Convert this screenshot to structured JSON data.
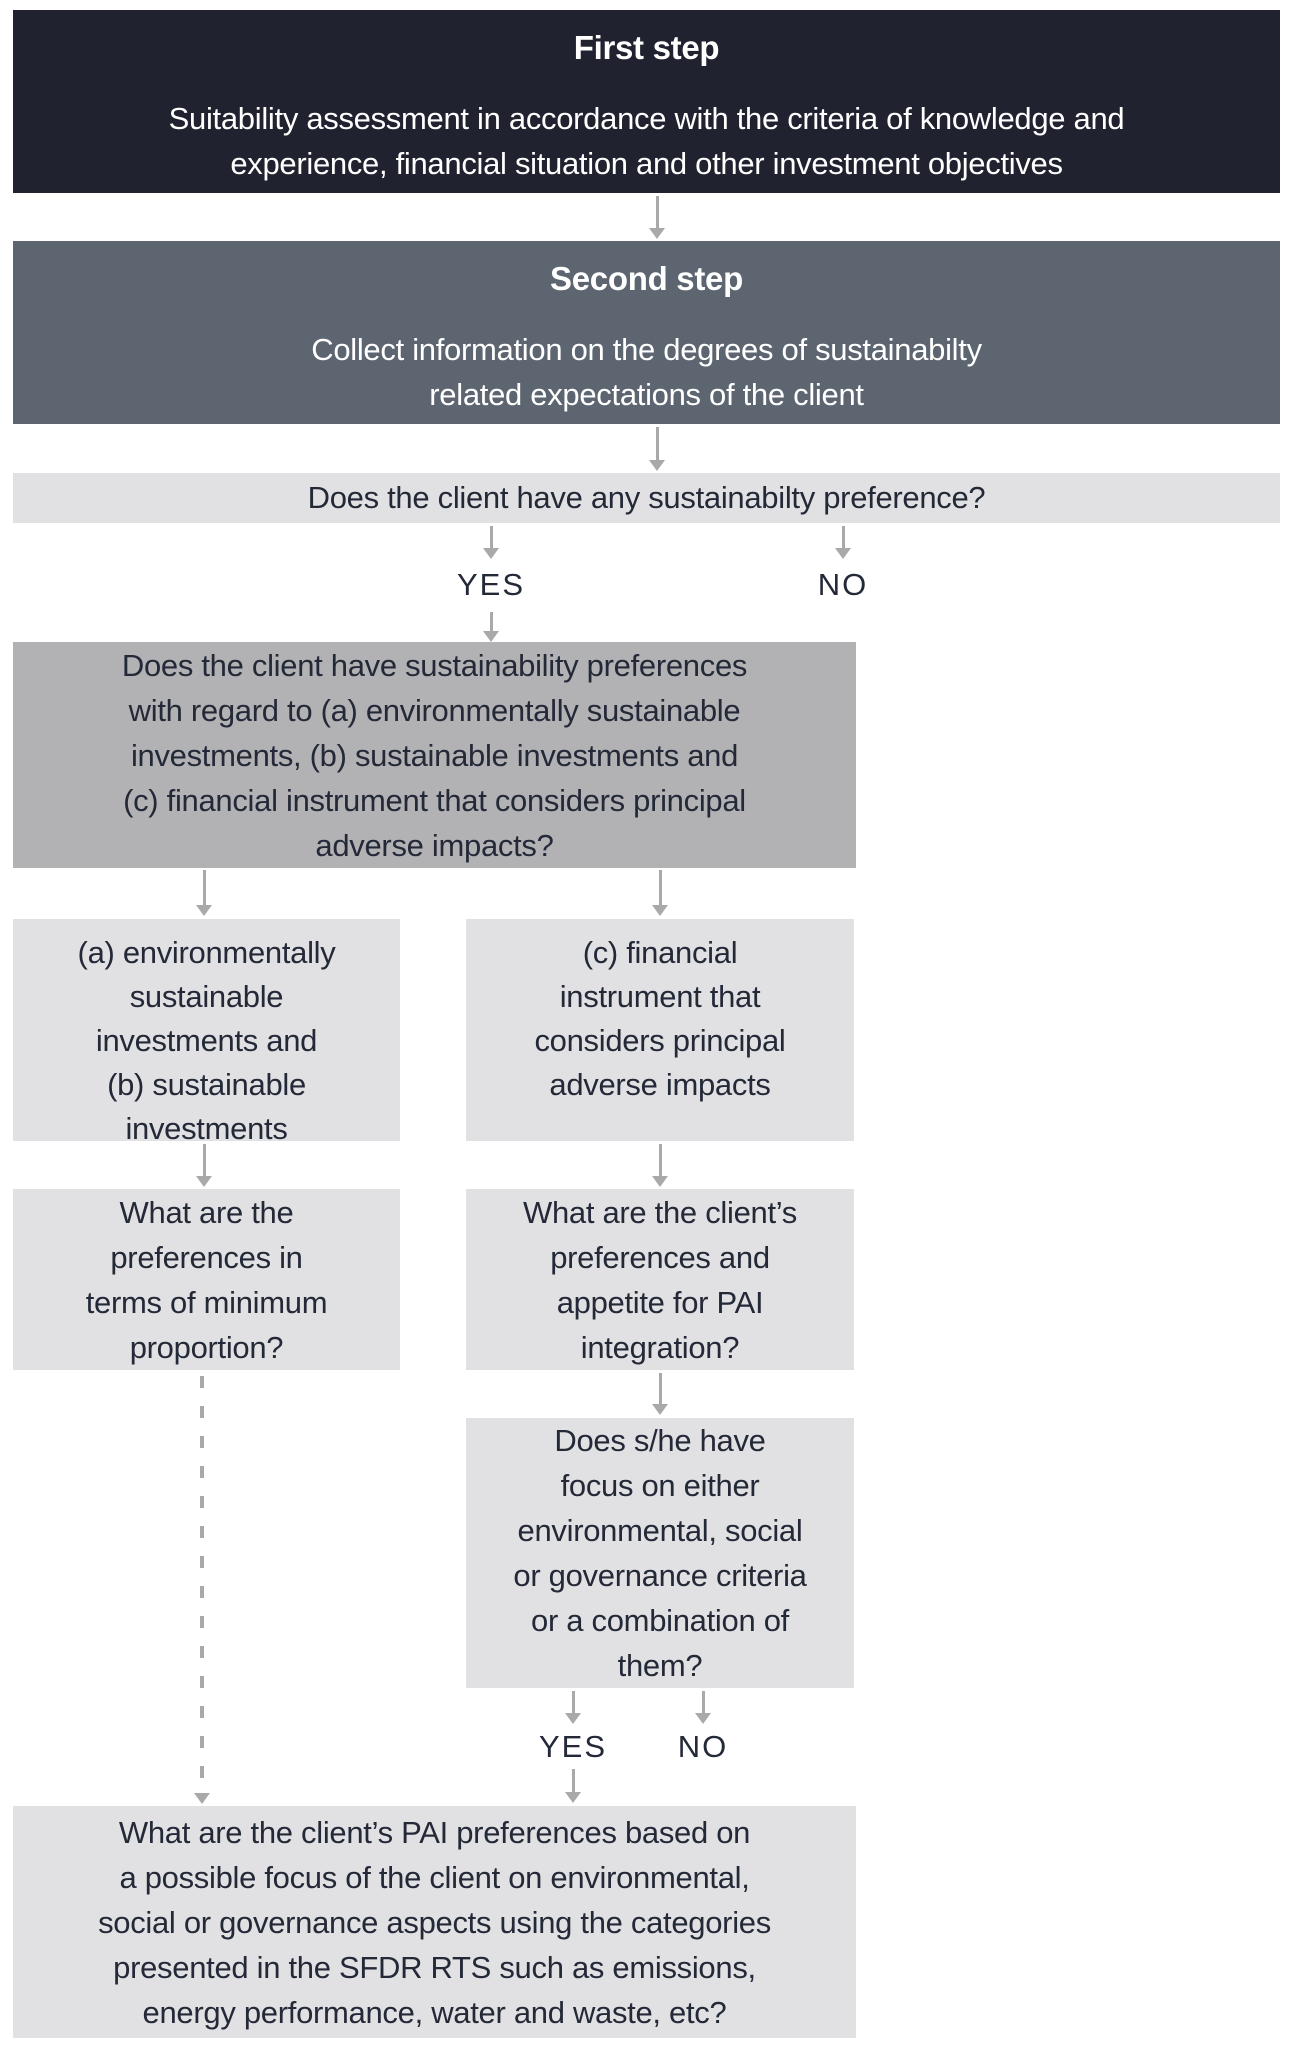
{
  "colors": {
    "step1_bg": "#20222f",
    "step2_bg": "#5d6571",
    "light_box_bg": "#e1e1e3",
    "medium_box_bg": "#b2b2b5",
    "arrow": "#a9a9ab",
    "dark_text": "#242938",
    "light_text": "#ffffff"
  },
  "flowchart": {
    "step1": {
      "title": "First step",
      "body": "Suitability assessment in accordance with the criteria of knowledge and\nexperience, financial situation and other investment objectives"
    },
    "step2": {
      "title": "Second step",
      "body": "Collect information on the degrees of sustainabilty\nrelated expectations of the client"
    },
    "question_any_preference": "Does the client have any sustainabilty preference?",
    "labels": {
      "yes": "YES",
      "no": "NO"
    },
    "question_preferences_detail": "Does the client have sustainability preferences\nwith regard to (a) environmentally sustainable\ninvestments, (b) sustainable investments and\n(c) financial instrument that considers principal\nadverse impacts?",
    "branch_ab": "(a) environmentally\nsustainable\ninvestments and\n(b) sustainable\ninvestments",
    "branch_c": "(c) financial\ninstrument that\nconsiders principal\nadverse impacts",
    "question_min_proportion": "What are the\npreferences in\nterms of minimum\nproportion?",
    "question_pai_appetite": "What are the client’s\npreferences and\nappetite for PAI\nintegration?",
    "question_esg_focus": "Does s/he have\nfocus on either\nenvironmental, social\nor governance criteria\nor a combination of\nthem?",
    "question_pai_categories": "What are the client’s PAI preferences based on\na possible focus of the client on environmental,\nsocial or governance aspects using the categories\npresented in the SFDR RTS such as emissions,\nenergy performance, water and waste, etc?"
  }
}
